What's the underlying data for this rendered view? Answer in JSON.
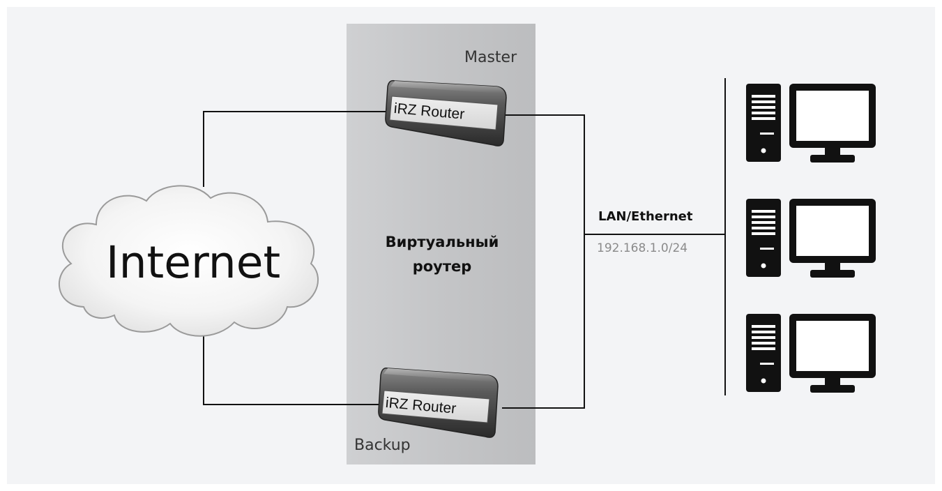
{
  "cloud": {
    "label": "Internet"
  },
  "virtual_router": {
    "label_line1": "Виртуальный",
    "label_line2": "роутер",
    "master_label": "Master",
    "backup_label": "Backup"
  },
  "routers": [
    {
      "role": "master",
      "label": "iRZ Router"
    },
    {
      "role": "backup",
      "label": "iRZ Router"
    }
  ],
  "lan": {
    "label": "LAN/Ethernet",
    "subnet": "192.168.1.0/24"
  },
  "workstations": [
    {
      "icon": "desktop-computer-icon"
    },
    {
      "icon": "desktop-computer-icon"
    },
    {
      "icon": "desktop-computer-icon"
    }
  ],
  "colors": {
    "background_panel": "#f3f4f6",
    "virtual_router_zone": "#c9cacb",
    "line": "#111111",
    "computer": "#111111"
  }
}
